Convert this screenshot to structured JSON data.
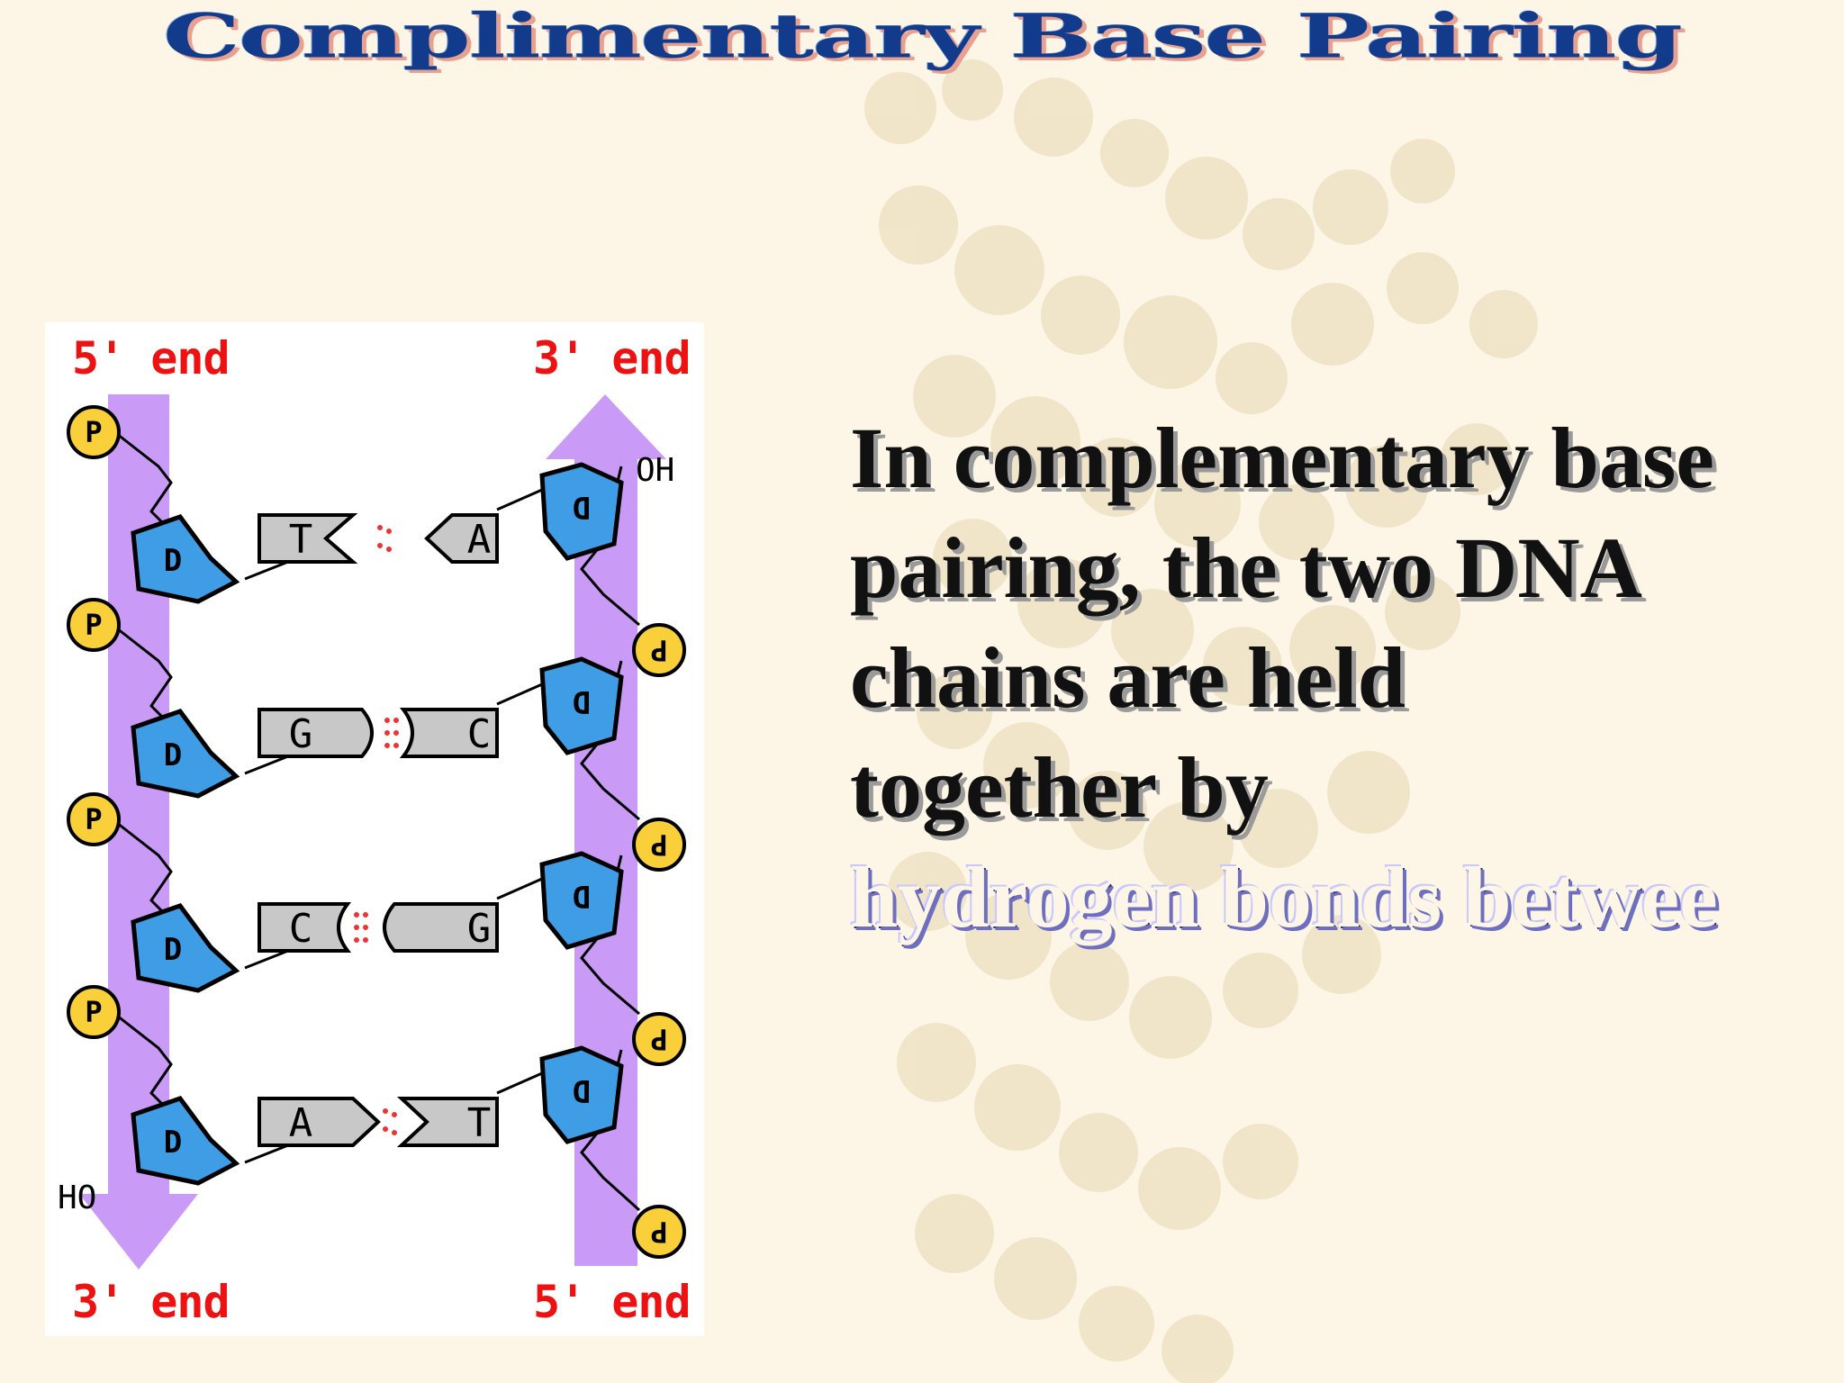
{
  "slide": {
    "title": "Complimentary Base Pairing",
    "body_lines": [
      "In complementary base",
      "pairing, the two DNA",
      "chains are held",
      "together by"
    ],
    "highlight_line": "hydrogen bonds betwee"
  },
  "diagram": {
    "left_top_label": "5' end",
    "right_top_label": "3' end",
    "left_bottom_label": "3' end",
    "right_bottom_label": "5' end",
    "right_terminal_label": "OH",
    "left_terminal_label": "HO",
    "phosphate_letter": "P",
    "deoxyribose_letter": "D",
    "pairs": [
      {
        "left": "T",
        "right": "A"
      },
      {
        "left": "G",
        "right": "C"
      },
      {
        "left": "C",
        "right": "G"
      },
      {
        "left": "A",
        "right": "T"
      }
    ],
    "colors": {
      "strand_arrow": "#c99af6",
      "sugar": "#3f9de6",
      "phosphate": "#f9cf3a",
      "base": "#c8c8c8",
      "end_label": "#ee1111"
    }
  }
}
